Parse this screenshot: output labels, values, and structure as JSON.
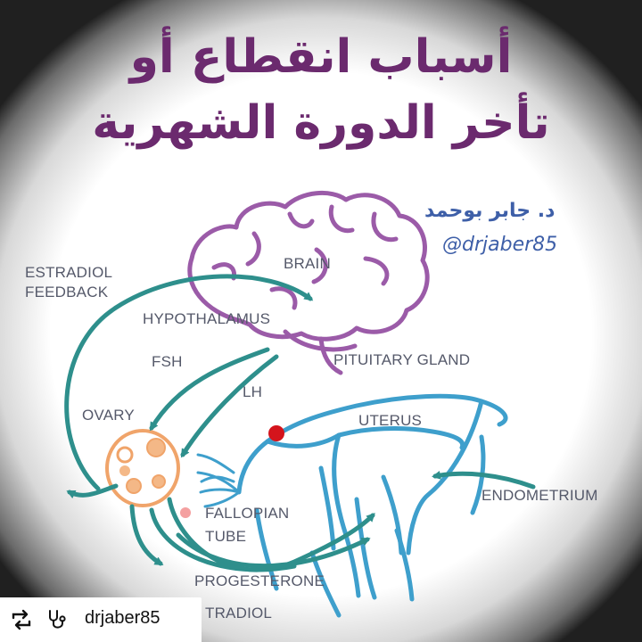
{
  "title": {
    "line1": "أسباب انقطاع أو",
    "line2": "تأخر الدورة الشهرية"
  },
  "author": {
    "name_ar": "د. جابر بوحمد",
    "handle": "@drjaber85"
  },
  "labels": {
    "estradiol_feedback_1": "ESTRADIOL",
    "estradiol_feedback_2": "FEEDBACK",
    "brain": "BRAIN",
    "hypothalamus": "HYPOTHALAMUS",
    "pituitary": "PITUITARY GLAND",
    "fsh": "FSH",
    "lh": "LH",
    "ovary": "OVARY",
    "uterus": "UTERUS",
    "endometrium": "ENDOMETRIUM",
    "fallopian_1": "FALLOPIAN",
    "fallopian_2": "TUBE",
    "progesterone": "PROGESTERONE",
    "estradiol": "TRADIOL"
  },
  "footer": {
    "repost_icon": "repost-icon",
    "stethoscope_icon": "stethoscope-icon",
    "username": "drjaber85"
  },
  "colors": {
    "title": "#6b2a6e",
    "brain": "#9b5ba8",
    "arrows": "#2e8f8c",
    "uterus": "#3e9fcc",
    "ovary": "#f0a46a",
    "author": "#3e5fa8"
  }
}
